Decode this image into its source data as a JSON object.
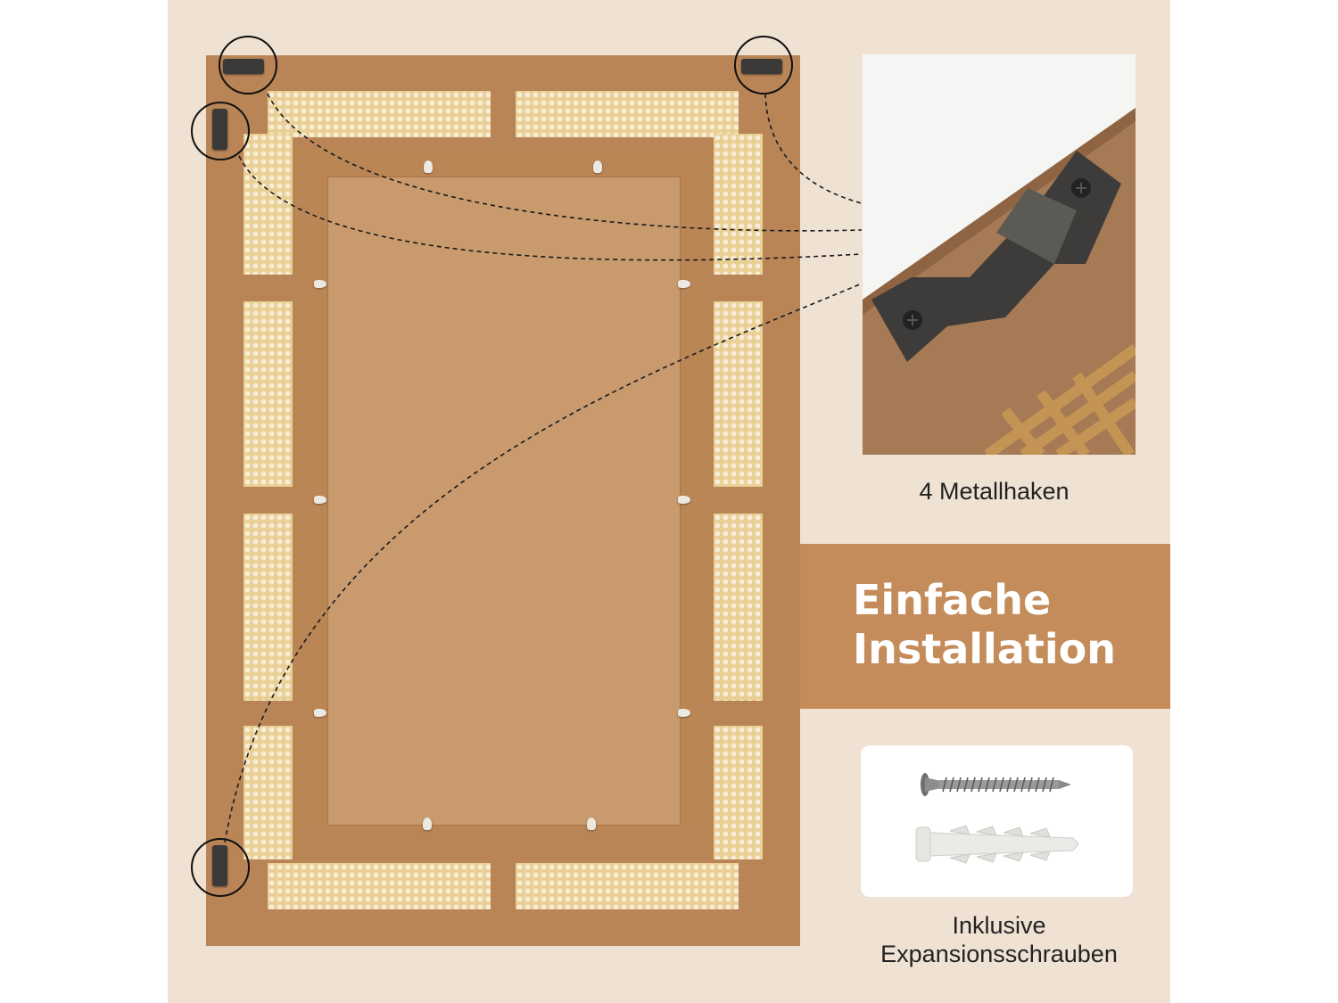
{
  "hooks_caption": "4 Metallhaken",
  "headline": {
    "line1": "Einfache",
    "line2": "Installation"
  },
  "screws_caption": {
    "line1": "Inklusive",
    "line2": "Expansionsschrauben"
  },
  "colors": {
    "background": "#efe2d3",
    "frame": "#b98557",
    "banner": "#c48c5a",
    "caption_text": "#222222"
  }
}
